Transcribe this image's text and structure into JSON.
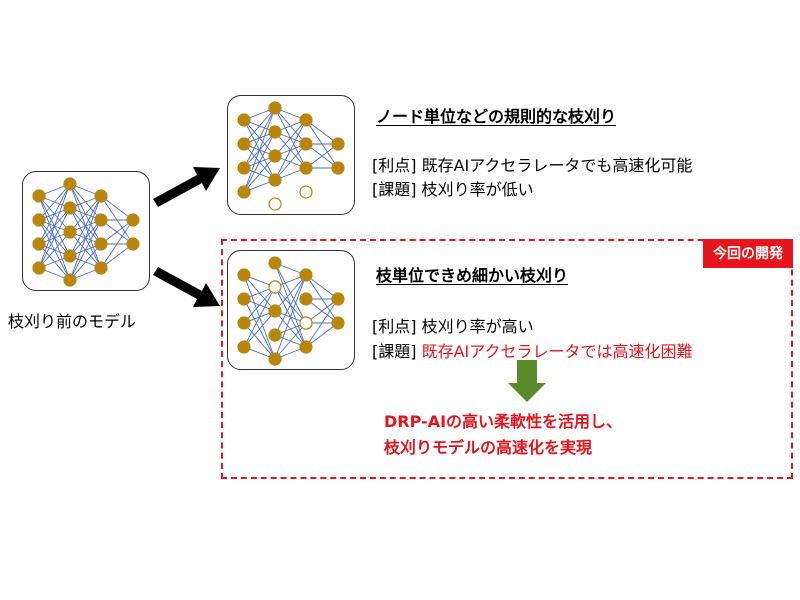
{
  "original": {
    "label": "枝刈り前のモデル"
  },
  "structured": {
    "heading": "ノード単位などの規則的な枝刈り",
    "merit": "[利点] 既存AIアクセラレータでも高速化可能",
    "issue": "[課題] 枝刈り率が低い"
  },
  "fine": {
    "heading": "枝単位できめ細かい枝刈り",
    "merit": "[利点] 枝刈り率が高い",
    "issue_prefix": "[課題] ",
    "issue_red": "既存AIアクセラレータでは高速化困難"
  },
  "development": {
    "tag": "今回の開発",
    "result_line1": "DRP-AIの高い柔軟性を活用し、",
    "result_line2": "枝刈りモデルの高速化を実現"
  },
  "colors": {
    "node": "#b8860b",
    "edge": "#4a6fd0",
    "accent_red": "#e8141c",
    "down_arrow": "#5a8a2a"
  }
}
